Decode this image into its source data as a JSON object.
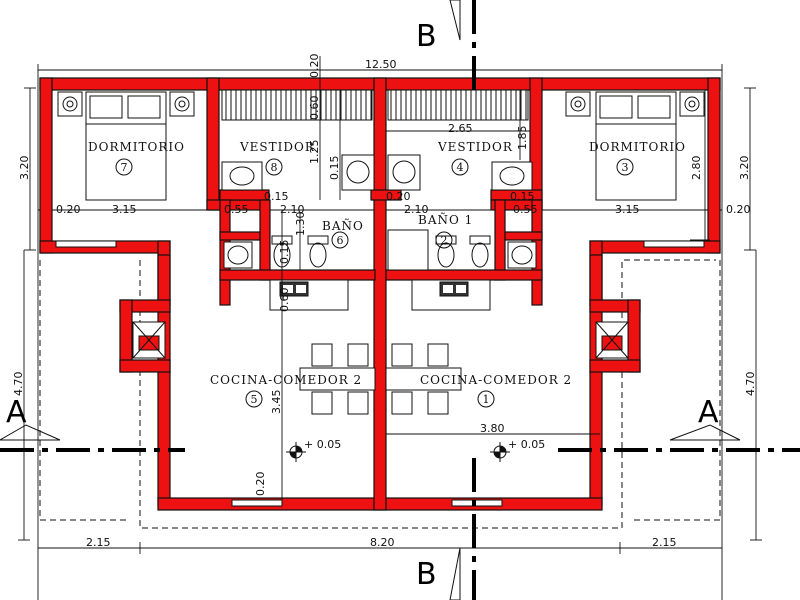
{
  "section_cuts": {
    "vertical_label": "B",
    "horizontal_label": "A"
  },
  "rooms": {
    "dormitorio_left": {
      "name": "DORMITORIO",
      "number": "7"
    },
    "vestidor_left": {
      "name": "VESTIDOR",
      "number": "8"
    },
    "bano_left": {
      "name": "BAÑO",
      "number": "6"
    },
    "cocina_left": {
      "name": "COCINA-COMEDOR 2",
      "number": "5"
    },
    "vestidor_right": {
      "name": "VESTIDOR",
      "number": "4"
    },
    "bano_right": {
      "name": "BAÑO 1",
      "number": "2"
    },
    "cocina_right": {
      "name": "COCINA-COMEDOR 2",
      "number": "1"
    },
    "dormitorio_right": {
      "name": "DORMITORIO",
      "number": "3"
    }
  },
  "dimensions": {
    "total_width": "12.50",
    "top_wall": "0.20",
    "left_height": "3.20",
    "right_height": "3.20",
    "left_wing_height": "4.70",
    "right_wing_height": "4.70",
    "row_left_wall": "0.20",
    "row_dorm_left": "3.15",
    "row_closet_left": "0.55",
    "row_bath_left": "2.10",
    "row_bath_right": "2.10",
    "row_closet_right": "0.55",
    "row_dorm_right": "3.15",
    "row_right_wall": "0.20",
    "closet_depth": "0.60",
    "vestidor_depth": "1.25",
    "shelf_depth": "0.15",
    "right_upper_width": "2.65",
    "right_upper_depth": "1.85",
    "dorm_right_depth": "2.80",
    "small_wall_left": "0.15",
    "small_wall_center": "0.20",
    "small_wall_right": "0.15",
    "bath_depth": "1.30",
    "bath_wall": "0.15",
    "counter_depth": "0.60",
    "kitchen_depth": "3.45",
    "kitchen_right_width": "3.80",
    "bottom_wall": "0.20",
    "bottom_left": "2.15",
    "bottom_center": "8.20",
    "bottom_right": "2.15"
  },
  "levels": {
    "left": "+ 0.05",
    "right": "+ 0.05"
  },
  "colors": {
    "wall_fill": "#ee1111",
    "line": "#111111"
  }
}
